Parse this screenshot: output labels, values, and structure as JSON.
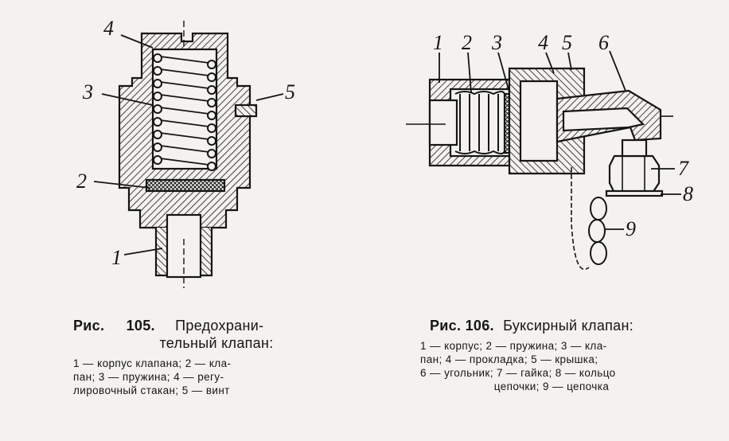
{
  "figure105": {
    "callouts": [
      "4",
      "3",
      "5",
      "2",
      "1"
    ],
    "caption_prefix": "Рис.",
    "caption_number": "105.",
    "caption_title_line1": "Предохрани-",
    "caption_title_line2": "тельный клапан:",
    "legend_lines": [
      "1 — корпус клапана; 2 — кла-",
      "пан; 3 — пружина; 4 — регу-",
      "лировочный стакан; 5 — винт"
    ]
  },
  "figure106": {
    "callouts": [
      "1",
      "2",
      "3",
      "4",
      "5",
      "6",
      "7",
      "8",
      "9"
    ],
    "caption_prefix": "Рис.",
    "caption_number": "106.",
    "caption_title": "Буксирный клапан:",
    "legend_lines": [
      "1 — корпус; 2 — пружина; 3 — кла-",
      "пан; 4 — прокладка; 5 — крышка;",
      "6 — угольник; 7 — гайка; 8 — кольцо",
      "цепочки; 9 — цепочка"
    ]
  },
  "colors": {
    "ink": "#151515",
    "paper": "#f4f2ee"
  }
}
